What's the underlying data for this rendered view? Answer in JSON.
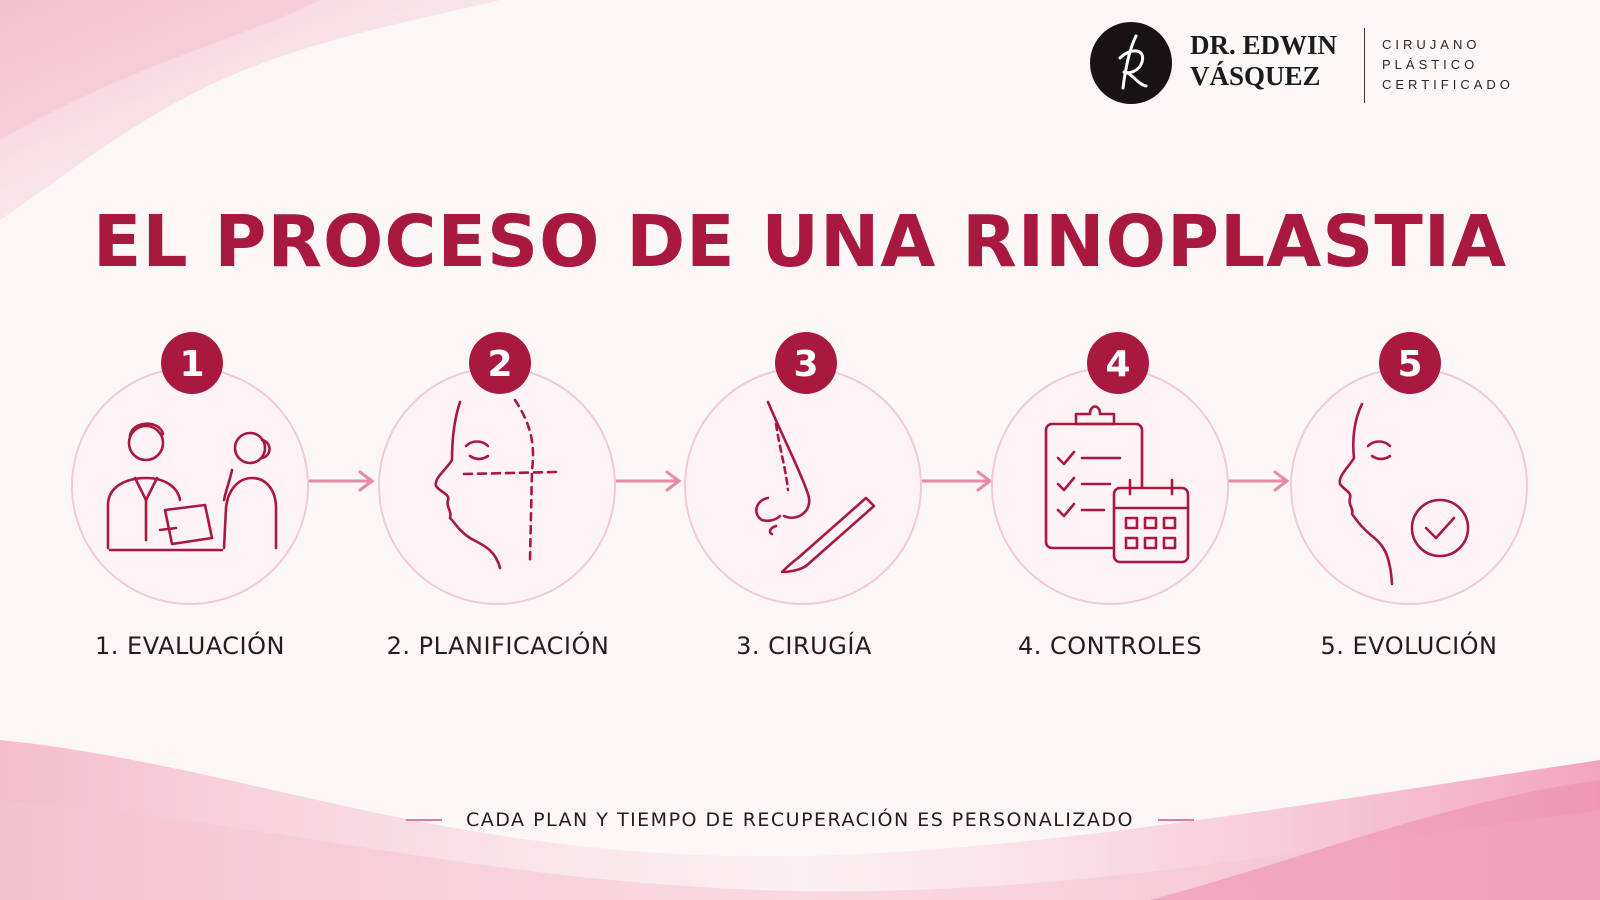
{
  "brand": {
    "name_line1": "DR. EDWIN",
    "name_line2": "VÁSQUEZ",
    "tagline_line1": "CIRUJANO",
    "tagline_line2": "PLÁSTICO",
    "tagline_line3": "CERTIFICADO",
    "logo_icon": "signature-monogram-icon"
  },
  "title": "EL PROCESO DE UNA RINOPLASTIA",
  "colors": {
    "accent": "#a8183f",
    "ring": "#f1c9d6",
    "arrow": "#e78aa6",
    "background": "#fbf7f7",
    "logo": "#171214"
  },
  "steps": [
    {
      "number": "1",
      "label": "1. EVALUACIÓN",
      "icon": "doctor-patient-consultation-icon"
    },
    {
      "number": "2",
      "label": "2. PLANIFICACIÓN",
      "icon": "face-profile-planning-icon"
    },
    {
      "number": "3",
      "label": "3. CIRUGÍA",
      "icon": "nose-scalpel-icon"
    },
    {
      "number": "4",
      "label": "4. CONTROLES",
      "icon": "clipboard-calendar-icon"
    },
    {
      "number": "5",
      "label": "5. EVOLUCIÓN",
      "icon": "face-profile-check-icon"
    }
  ],
  "footer": "CADA PLAN Y TIEMPO DE RECUPERACIÓN ES PERSONALIZADO"
}
